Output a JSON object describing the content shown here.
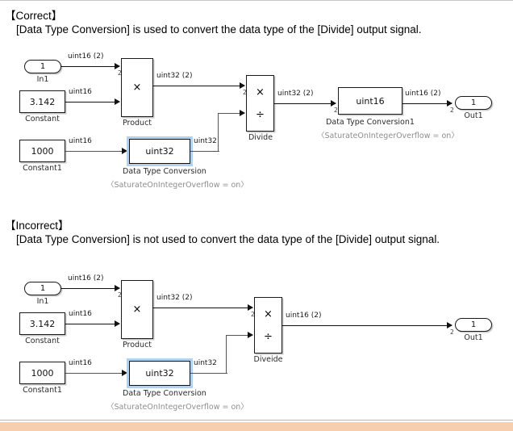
{
  "page": {
    "bottom_bar_color": "#f7cfae",
    "selection_outline_color": "#aed2f0"
  },
  "sections": [
    {
      "id": "correct",
      "title": "【Correct】",
      "body": "[Data Type Conversion] is used to convert the data type of the [Divide] output signal."
    },
    {
      "id": "incorrect",
      "title": "【Incorrect】",
      "body": "[Data Type Conversion] is not used to convert the data type of the [Divide] output signal."
    }
  ],
  "diagram_correct": {
    "blocks": {
      "in1": {
        "value": "1",
        "label": "In1"
      },
      "constant": {
        "value": "3.142",
        "label": "Constant"
      },
      "constant1": {
        "value": "1000",
        "label": "Constant1"
      },
      "product": {
        "op_top": "×",
        "op_bottom": "",
        "label": "Product"
      },
      "divide": {
        "op_top": "×",
        "op_bottom": "÷",
        "label": "Divide"
      },
      "dtc": {
        "value": "uint32",
        "label": "Data Type Conversion",
        "sublabel": "〈SaturateOnIntegerOverflow = on〉"
      },
      "dtc1": {
        "value": "uint16",
        "label": "Data Type Conversion1",
        "sublabel": "〈SaturateOnIntegerOverflow = on〉"
      },
      "out1": {
        "value": "1",
        "label": "Out1"
      }
    },
    "signals": {
      "in1_to_product": "uint16 (2)",
      "constant_to_product": "uint16",
      "constant1_to_dtc": "uint16",
      "product_to_divide": "uint32 (2)",
      "dtc_to_divide": "uint32",
      "divide_to_dtc1": "uint32 (2)",
      "dtc1_to_out1": "uint16 (2)"
    },
    "port_numbers": {
      "product_in1": "2",
      "divide_in1": "2",
      "dtc1_in": "2",
      "out1_in": "2"
    }
  },
  "diagram_incorrect": {
    "blocks": {
      "in1": {
        "value": "1",
        "label": "In1"
      },
      "constant": {
        "value": "3.142",
        "label": "Constant"
      },
      "constant1": {
        "value": "1000",
        "label": "Constant1"
      },
      "product": {
        "op_top": "×",
        "op_bottom": "",
        "label": "Product"
      },
      "divide": {
        "op_top": "×",
        "op_bottom": "÷",
        "label": "Diveide"
      },
      "dtc": {
        "value": "uint32",
        "label": "Data Type Conversion",
        "sublabel": "〈SaturateOnIntegerOverflow = on〉"
      },
      "out1": {
        "value": "1",
        "label": "Out1"
      }
    },
    "signals": {
      "in1_to_product": "uint16 (2)",
      "constant_to_product": "uint16",
      "constant1_to_dtc": "uint16",
      "product_to_divide": "uint32 (2)",
      "dtc_to_divide": "uint32",
      "divide_to_out1": "uint16 (2)"
    },
    "port_numbers": {
      "product_in1": "2",
      "divide_in1": "2",
      "out1_in": "2"
    }
  }
}
